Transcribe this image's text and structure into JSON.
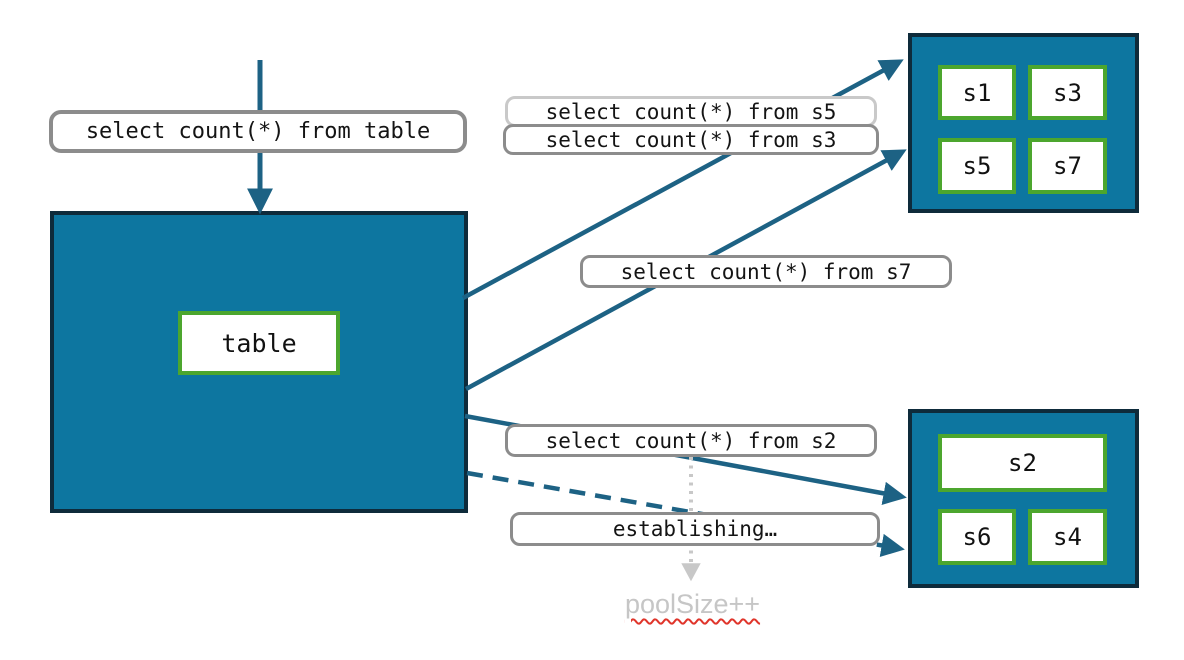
{
  "diagram": {
    "queries": {
      "table": "select count(*) from table",
      "s5": "select count(*) from s5",
      "s3": "select count(*) from s3",
      "s7": "select count(*) from s7",
      "s2": "select count(*) from s2"
    },
    "establishing": "establishing…",
    "pool_size": "poolSize++",
    "table_node": "table",
    "top_shards": [
      "s1",
      "s3",
      "s5",
      "s7"
    ],
    "bottom_shards": [
      "s2",
      "s6",
      "s4"
    ],
    "colors": {
      "node_fill": "#0D76A0",
      "node_border": "#0E2B3B",
      "shard_border": "#4CA62E",
      "arrow": "#1D6284",
      "label_border": "#8C8C8C",
      "label_border_light": "#C9C9C9",
      "dotted_arrow": "#C8C8C8",
      "muted_text": "#C6C6C6",
      "spellcheck_red": "#E0352B"
    }
  }
}
